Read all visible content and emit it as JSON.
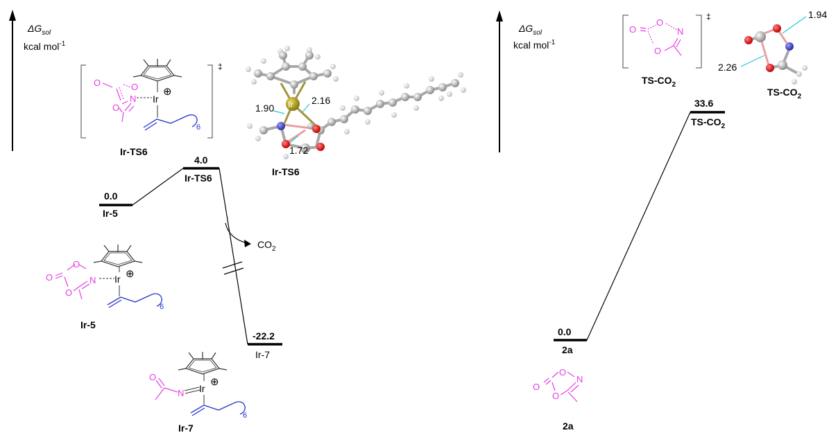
{
  "axes": {
    "left": {
      "label": "ΔG",
      "sub": "sol",
      "unit": "kcal mol",
      "sup": "-1"
    },
    "right": {
      "label": "ΔG",
      "sub": "sol",
      "unit": "kcal mol",
      "sup": "-1"
    }
  },
  "levels": [
    {
      "value": "0.0",
      "label": "Ir-5"
    },
    {
      "value": "4.0",
      "label": "Ir-TS6"
    },
    {
      "value": "-22.2",
      "label": "Ir-7"
    },
    {
      "value": "0.0",
      "label": "2a"
    },
    {
      "value": "33.6",
      "label": "TS-CO",
      "sub": "2"
    }
  ],
  "release": {
    "label": "CO",
    "sub": "2"
  },
  "structures": {
    "ir_ts6": {
      "name": "Ir-TS6",
      "ring_label": "6",
      "ts_mark": "‡",
      "metal": "Ir",
      "charge": "⊕"
    },
    "ir5": {
      "name": "Ir-5",
      "ring_label": "6",
      "metal": "Ir",
      "charge": "⊕"
    },
    "ir7": {
      "name": "Ir-7",
      "ring_label": "6",
      "metal": "Ir",
      "charge": "⊕"
    },
    "ts_co2": {
      "name": "TS-CO",
      "sub": "2",
      "ts_mark": "‡"
    },
    "sm_2a": {
      "name": "2a"
    }
  },
  "atoms": {
    "O": "O",
    "N": "N",
    "Ir": "Ir"
  },
  "models": {
    "ir_ts6": {
      "name": "Ir-TS6",
      "distances": [
        "1.90",
        "2.16",
        "1.72"
      ]
    },
    "ts_co2": {
      "name": "TS-CO",
      "sub": "2",
      "distances": [
        "1.94",
        "2.26"
      ]
    }
  }
}
